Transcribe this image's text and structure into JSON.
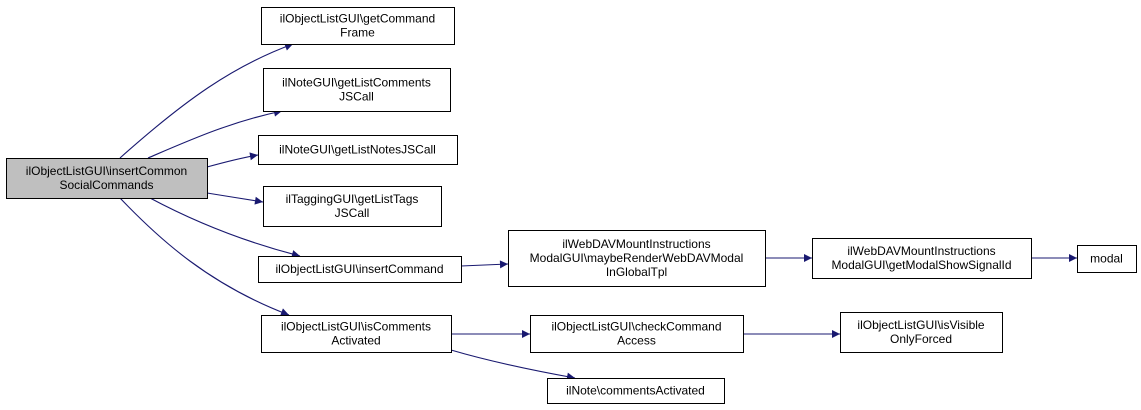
{
  "colors": {
    "root_fill": "#bfbfbf",
    "node_fill": "#ffffff",
    "border": "#000000",
    "edge": "#191970"
  },
  "nodes": [
    {
      "id": "n0",
      "lines": [
        "ilObjectListGUI\\insertCommon",
        "SocialCommands"
      ],
      "root": true
    },
    {
      "id": "n1",
      "lines": [
        "ilObjectListGUI\\getCommand",
        "Frame"
      ]
    },
    {
      "id": "n2",
      "lines": [
        "ilNoteGUI\\getListComments",
        "JSCall"
      ]
    },
    {
      "id": "n3",
      "lines": [
        "ilNoteGUI\\getListNotesJSCall"
      ]
    },
    {
      "id": "n4",
      "lines": [
        "ilTaggingGUI\\getListTags",
        "JSCall"
      ]
    },
    {
      "id": "n5",
      "lines": [
        "ilObjectListGUI\\insertCommand"
      ]
    },
    {
      "id": "n6",
      "lines": [
        "ilObjectListGUI\\isComments",
        "Activated"
      ]
    },
    {
      "id": "n7",
      "lines": [
        "ilWebDAVMountInstructions",
        "ModalGUI\\maybeRenderWebDAVModal",
        "InGlobalTpl"
      ]
    },
    {
      "id": "n8",
      "lines": [
        "ilWebDAVMountInstructions",
        "ModalGUI\\getModalShowSignalId"
      ]
    },
    {
      "id": "n9",
      "lines": [
        "modal"
      ]
    },
    {
      "id": "n10",
      "lines": [
        "ilObjectListGUI\\checkCommand",
        "Access"
      ]
    },
    {
      "id": "n11",
      "lines": [
        "ilObjectListGUI\\isVisible",
        "OnlyForced"
      ]
    },
    {
      "id": "n12",
      "lines": [
        "ilNote\\commentsActivated"
      ]
    }
  ],
  "edges": [
    {
      "from": "n0",
      "to": "n1"
    },
    {
      "from": "n0",
      "to": "n2"
    },
    {
      "from": "n0",
      "to": "n3"
    },
    {
      "from": "n0",
      "to": "n4"
    },
    {
      "from": "n0",
      "to": "n5"
    },
    {
      "from": "n0",
      "to": "n6"
    },
    {
      "from": "n5",
      "to": "n7"
    },
    {
      "from": "n7",
      "to": "n8"
    },
    {
      "from": "n8",
      "to": "n9"
    },
    {
      "from": "n6",
      "to": "n10"
    },
    {
      "from": "n6",
      "to": "n12"
    },
    {
      "from": "n10",
      "to": "n11"
    }
  ]
}
